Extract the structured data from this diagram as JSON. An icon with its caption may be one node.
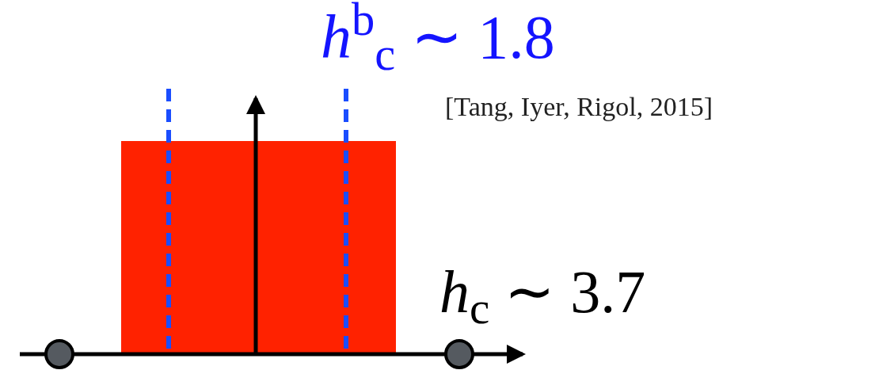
{
  "diagram": {
    "labels": [
      "*h*$^{b}$$_{c}$ ∼ 1.8",
      "[Tang, Iyer, Rigol, 2015]",
      "*h*$_{c}$ ∼ 3.7"
    ]
  }
}
